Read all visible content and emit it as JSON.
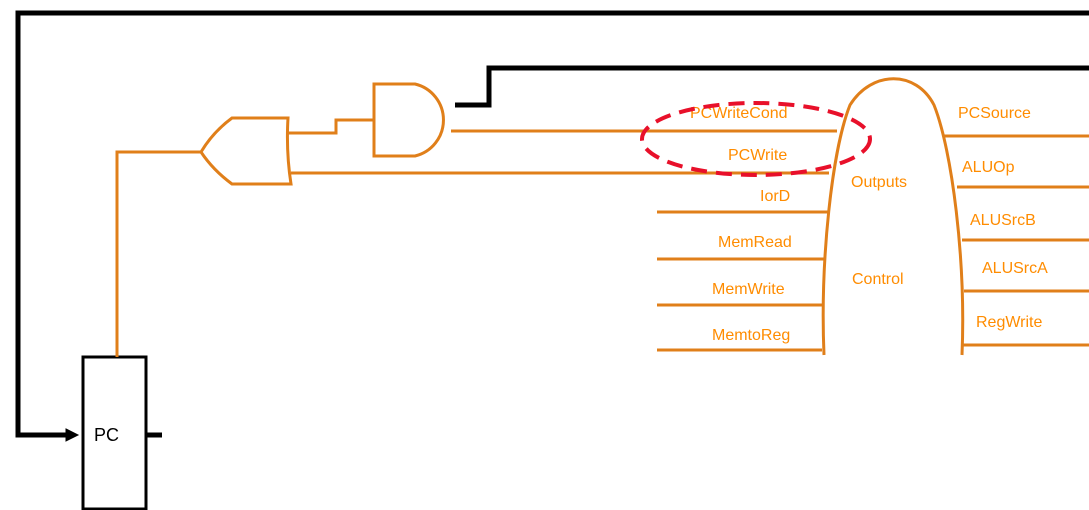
{
  "colors": {
    "control": "#e07f1a",
    "label": "#ff8c00",
    "wire": "#000000",
    "highlight": "#e8102a",
    "background": "#ffffff"
  },
  "pc": {
    "label": "PC"
  },
  "control_unit": {
    "outputs_label": "Outputs",
    "control_label": "Control",
    "left_signals": [
      "PCWriteCond",
      "PCWrite",
      "IorD",
      "MemRead",
      "MemWrite",
      "MemtoReg"
    ],
    "right_signals": [
      "PCSource",
      "ALUOp",
      "ALUSrcB",
      "ALUSrcA",
      "RegWrite"
    ]
  },
  "highlight": {
    "shape": "dashed-ellipse",
    "encircles": [
      "PCWriteCond",
      "PCWrite"
    ]
  }
}
